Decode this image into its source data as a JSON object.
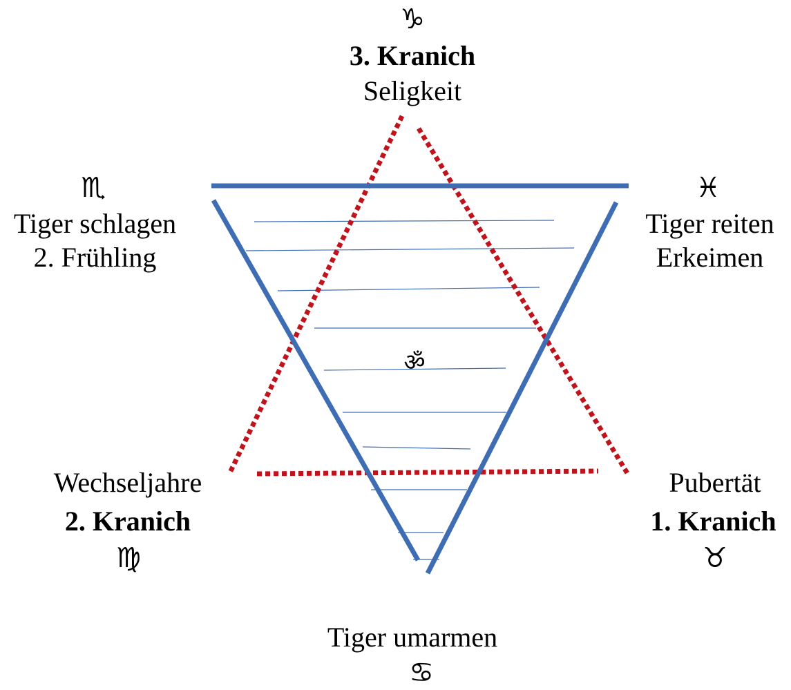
{
  "colors": {
    "blue_triangle": "#3f6db4",
    "red_triangle": "#c0141c",
    "text": "#000000"
  },
  "top": {
    "symbol": "♑",
    "title": "3. Kranich",
    "subtitle": "Seligkeit"
  },
  "upper_left": {
    "symbol": "♏",
    "line1": "Tiger schlagen",
    "line2": "2. Frühling"
  },
  "upper_right": {
    "symbol": "♓",
    "line1": "Tiger reiten",
    "line2": "Erkeimen"
  },
  "lower_left": {
    "line1": "Wechseljahre",
    "title": "2. Kranich",
    "symbol": "♍"
  },
  "lower_right": {
    "line1": "Pubertät",
    "title": "1. Kranich",
    "symbol": "♉"
  },
  "bottom": {
    "line1": "Tiger umarmen",
    "symbol": "♋"
  },
  "center": {
    "symbol": "ॐ"
  }
}
